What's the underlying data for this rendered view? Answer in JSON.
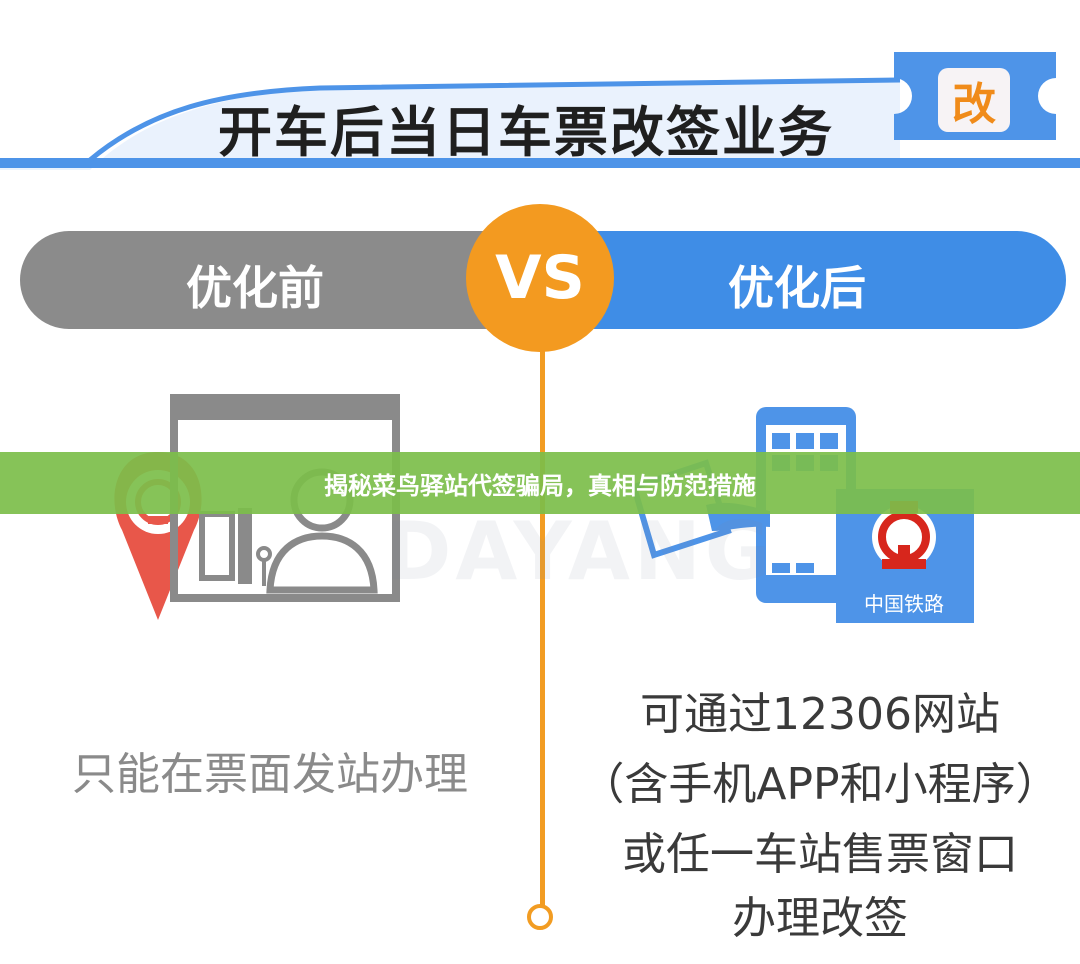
{
  "header": {
    "title": "开车后当日车票改签业务",
    "badge": "改"
  },
  "comparison": {
    "before_label": "优化前",
    "vs_label": "VS",
    "after_label": "优化后"
  },
  "banner": {
    "text": "揭秘菜鸟驿站代签骗局，真相与防范措施"
  },
  "before": {
    "description": "只能在票面发站办理"
  },
  "after": {
    "lines": [
      "可通过12306网站",
      "（含手机APP和小程序）",
      "或任一车站售票窗口",
      "办理改签"
    ],
    "rail_logo_label": "中国铁路"
  },
  "watermark": "DAYANG",
  "colors": {
    "accent_orange": "#f39a20",
    "before_gray": "#8b8b8b",
    "after_blue": "#3f8de6",
    "header_blue": "#4e94e8",
    "banner_green": "#7cbe4a",
    "pin_red": "#e8574a",
    "rail_red": "#d7261c"
  },
  "icons": {
    "before_left": "location-pin-railway-icon",
    "before_right": "ticket-window-clerk-icon",
    "after_left": "phone-app-icon",
    "after_right": "china-railway-logo-icon"
  }
}
